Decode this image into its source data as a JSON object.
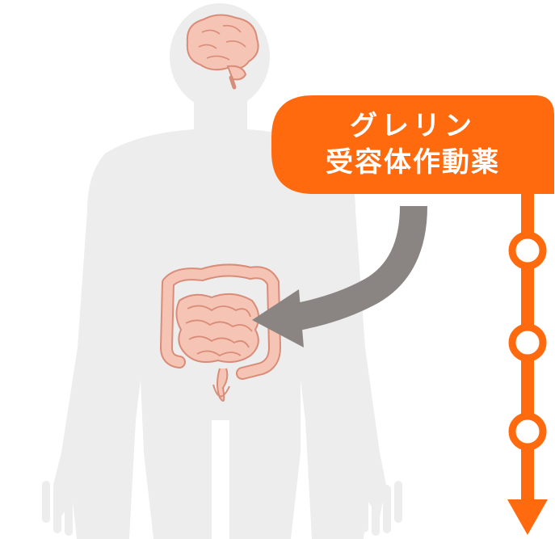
{
  "drug_label": {
    "line1": "グレリン",
    "line2": "受容体作動薬"
  },
  "colors": {
    "accent": "#FF6A0F",
    "body_silhouette": "#EDEDED",
    "organ_fill": "#F6C4B4",
    "organ_stroke": "#D98C78",
    "arrow": "#8A8582"
  },
  "pathway_node_count": 3
}
